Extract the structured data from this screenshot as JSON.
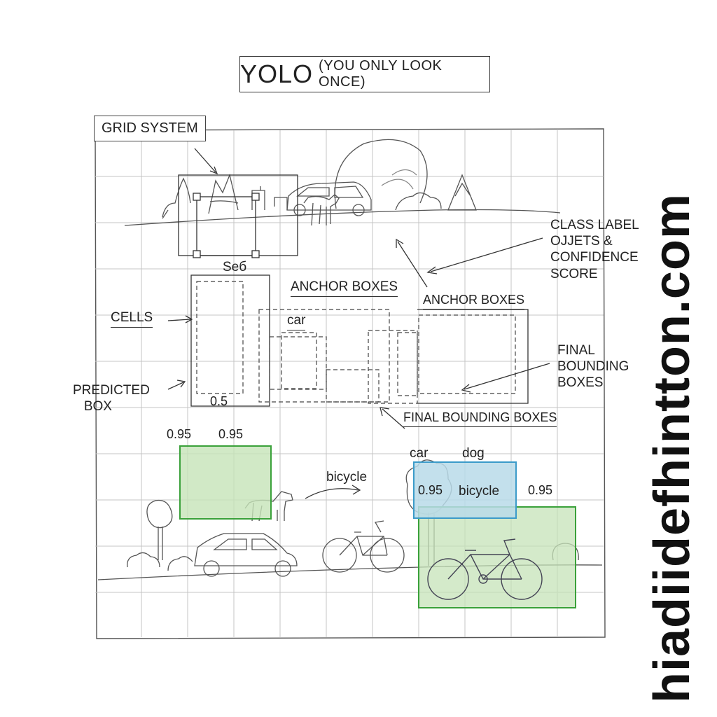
{
  "title": {
    "main": "YOLO",
    "sub": "(YOU ONLY LOOK ONCE)"
  },
  "labels": {
    "grid_system": "GRID SYSTEM",
    "cells": "CELLS",
    "predicted_box": "PREDICTED\n   BOX",
    "anchor_boxes_1": "ANCHOR BOXES",
    "anchor_boxes_2": "ANCHOR BOXES",
    "class_label": "CLASS LABEL\nOJJETS &\nCONFIDENCE\nSCORE",
    "final_bounding_boxes_side": "FINAL\nBOUNDING\nBOXES",
    "final_bounding_boxes_bottom": "FINAL BOUNDING BOXES",
    "seb": "Seб",
    "car_top": "car",
    "score_05": "0.5",
    "score_095_a": "0.95",
    "score_095_b": "0.95",
    "bicycle_mid": "bicycle",
    "car_bottom": "car",
    "dog_bottom": "dog",
    "score_095_c": "0.95",
    "bicycle_box": "bicycle",
    "score_095_d": "0.95"
  },
  "watermark": "hiadiidefhintton.com",
  "colors": {
    "green_fill": "#c6e3b8",
    "green_stroke": "#3aa13a",
    "blue_fill": "#b9dbe9",
    "blue_stroke": "#3b9bc9",
    "grid_line": "#bdbdbd",
    "ink": "#333333"
  }
}
